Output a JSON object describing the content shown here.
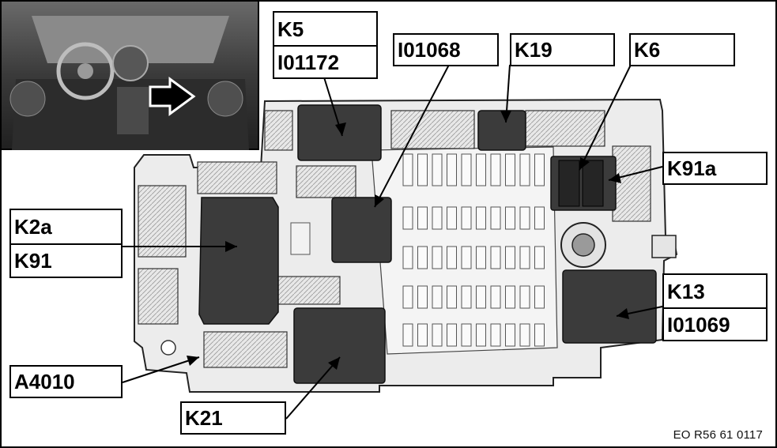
{
  "labels": {
    "k5": "K5",
    "i01172": "I01172",
    "i01068": "I01068",
    "k19": "K19",
    "k6": "K6",
    "k91a": "K91a",
    "k2a": "K2a",
    "k91": "K91",
    "k13": "K13",
    "i01069": "I01069",
    "a4010": "A4010",
    "k21": "K21"
  },
  "reference": "EO R56 61 0117"
}
